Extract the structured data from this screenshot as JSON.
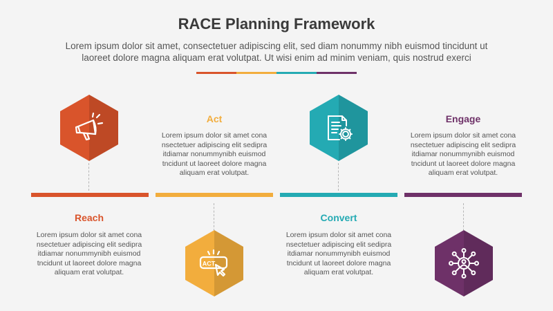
{
  "title": "RACE Planning Framework",
  "subtitle_line1": "Lorem ipsum dolor sit amet, consectetuer adipiscing elit, sed diam nonummy nibh euismod tincidunt ut",
  "subtitle_line2": "laoreet dolore magna aliquam erat volutpat. Ut wisi enim ad minim veniam, quis nostrud exerci",
  "colors": {
    "reach": "#d9542b",
    "act": "#f2ad3d",
    "convert": "#24aab3",
    "engage": "#6e3168"
  },
  "steps": [
    {
      "key": "reach",
      "title": "Reach",
      "icon": "megaphone-icon",
      "desc": [
        "Lorem ipsum dolor sit amet cona",
        "nsectetuer adipiscing elit sedipra",
        "itdiamar nonummynibh euismod",
        "tncidunt ut laoreet dolore magna",
        "aliquam erat volutpat."
      ]
    },
    {
      "key": "act",
      "title": "Act",
      "icon": "act-button-icon",
      "icon_label": "ACT",
      "desc": [
        "Lorem ipsum dolor sit amet cona",
        "nsectetuer adipiscing elit sedipra",
        "itdiamar nonummynibh euismod",
        "tncidunt ut laoreet dolore magna",
        "aliquam erat volutpat."
      ]
    },
    {
      "key": "convert",
      "title": "Convert",
      "icon": "document-gear-icon",
      "desc": [
        "Lorem ipsum dolor sit amet cona",
        "nsectetuer adipiscing elit sedipra",
        "itdiamar nonummynibh euismod",
        "tncidunt ut laoreet dolore magna",
        "aliquam erat volutpat."
      ]
    },
    {
      "key": "engage",
      "title": "Engage",
      "icon": "network-user-icon",
      "desc": [
        "Lorem ipsum dolor sit amet cona",
        "nsectetuer adipiscing elit sedipra",
        "itdiamar nonummynibh euismod",
        "tncidunt ut laoreet dolore magna",
        "aliquam erat volutpat."
      ]
    }
  ]
}
